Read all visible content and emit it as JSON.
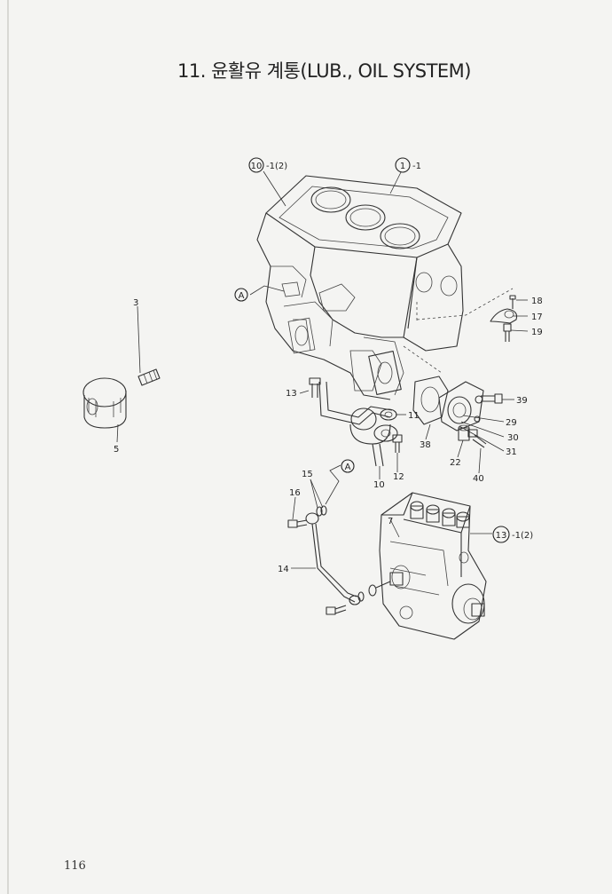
{
  "title": "11. 윤활유 계통(LUB., OIL SYSTEM)",
  "page_number": "116",
  "callouts": {
    "block_ref": "10",
    "block_suffix": "-1(2)",
    "head_ref": "1",
    "head_suffix": "-1",
    "pump_ref": "13",
    "pump_suffix": "-1(2)",
    "marker_a": "A"
  },
  "part_labels": {
    "p3": "3",
    "p5": "5",
    "p18": "18",
    "p17": "17",
    "p19": "19",
    "p13": "13",
    "p11": "11",
    "p39": "39",
    "p29": "29",
    "p30": "30",
    "p31": "31",
    "p38": "38",
    "p22": "22",
    "p40": "40",
    "p12": "12",
    "p10": "10",
    "p15": "15",
    "p16": "16",
    "p7": "7",
    "p14": "14"
  }
}
